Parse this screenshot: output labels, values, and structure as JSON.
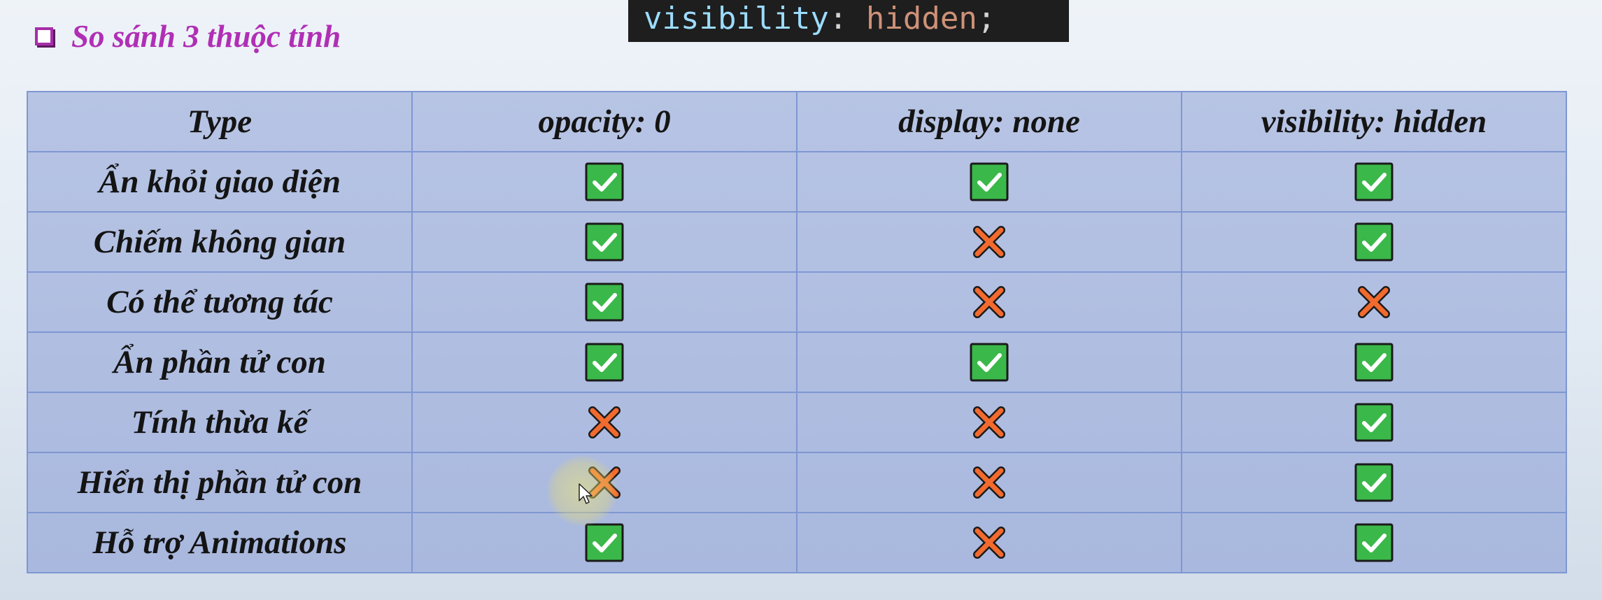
{
  "code_banner": {
    "property": "visibility",
    "colon": ":",
    "value": "hidden",
    "semicolon": ";"
  },
  "heading": {
    "title": "So sánh 3 thuộc tính"
  },
  "table": {
    "headers": [
      "Type",
      "opacity: 0",
      "display: none",
      "visibility: hidden"
    ],
    "rows": [
      {
        "label": "Ẩn khỏi giao diện",
        "values": [
          "check",
          "check",
          "check"
        ]
      },
      {
        "label": "Chiếm không gian",
        "values": [
          "check",
          "cross",
          "check"
        ]
      },
      {
        "label": "Có thể tương tác",
        "values": [
          "check",
          "cross",
          "cross"
        ]
      },
      {
        "label": "Ẩn phần tử con",
        "values": [
          "check",
          "check",
          "check"
        ]
      },
      {
        "label": "Tính thừa kế",
        "values": [
          "cross",
          "cross",
          "check"
        ]
      },
      {
        "label": "Hiển thị phần tử con",
        "values": [
          "cross",
          "cross",
          "check"
        ]
      },
      {
        "label": "Hỗ trợ Animations",
        "values": [
          "check",
          "cross",
          "check"
        ]
      }
    ]
  },
  "icons": {
    "check": "check-icon",
    "cross": "cross-icon"
  },
  "colors": {
    "check_fill": "#3bb84a",
    "cross_fill": "#f26a2e",
    "heading": "#b02fb5",
    "table_border": "#7f97d2"
  }
}
